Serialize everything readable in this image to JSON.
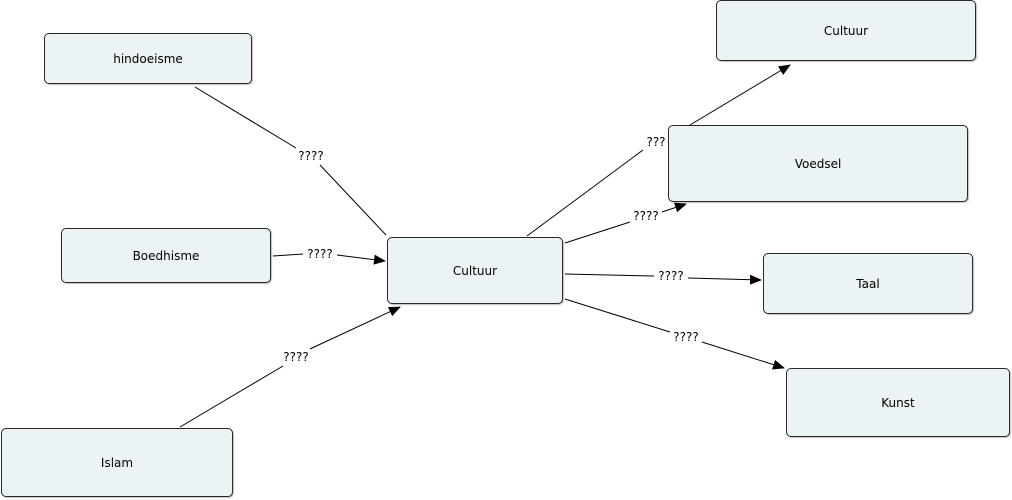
{
  "concept_map": {
    "nodes": {
      "hindoeisme": "hindoeisme",
      "boedhisme": "Boedhisme",
      "islam": "Islam",
      "cultuur_center": "Cultuur",
      "cultuur_top": "Cultuur",
      "voedsel": "Voedsel",
      "taal": "Taal",
      "kunst": "Kunst"
    },
    "links": [
      {
        "label": "????",
        "from": "hindoeisme",
        "to": "Cultuur"
      },
      {
        "label": "????",
        "from": "Boedhisme",
        "to": "Cultuur"
      },
      {
        "label": "????",
        "from": "Islam",
        "to": "Cultuur"
      },
      {
        "label": "???",
        "from": "Cultuur",
        "to": "Cultuur"
      },
      {
        "label": "????",
        "from": "Cultuur",
        "to": "Voedsel"
      },
      {
        "label": "????",
        "from": "Cultuur",
        "to": "Taal"
      },
      {
        "label": "????",
        "from": "Cultuur",
        "to": "Kunst"
      }
    ]
  },
  "colors": {
    "node_fill": "#ebf3f5",
    "node_border": "#2a2a2a",
    "edge": "#000000"
  }
}
